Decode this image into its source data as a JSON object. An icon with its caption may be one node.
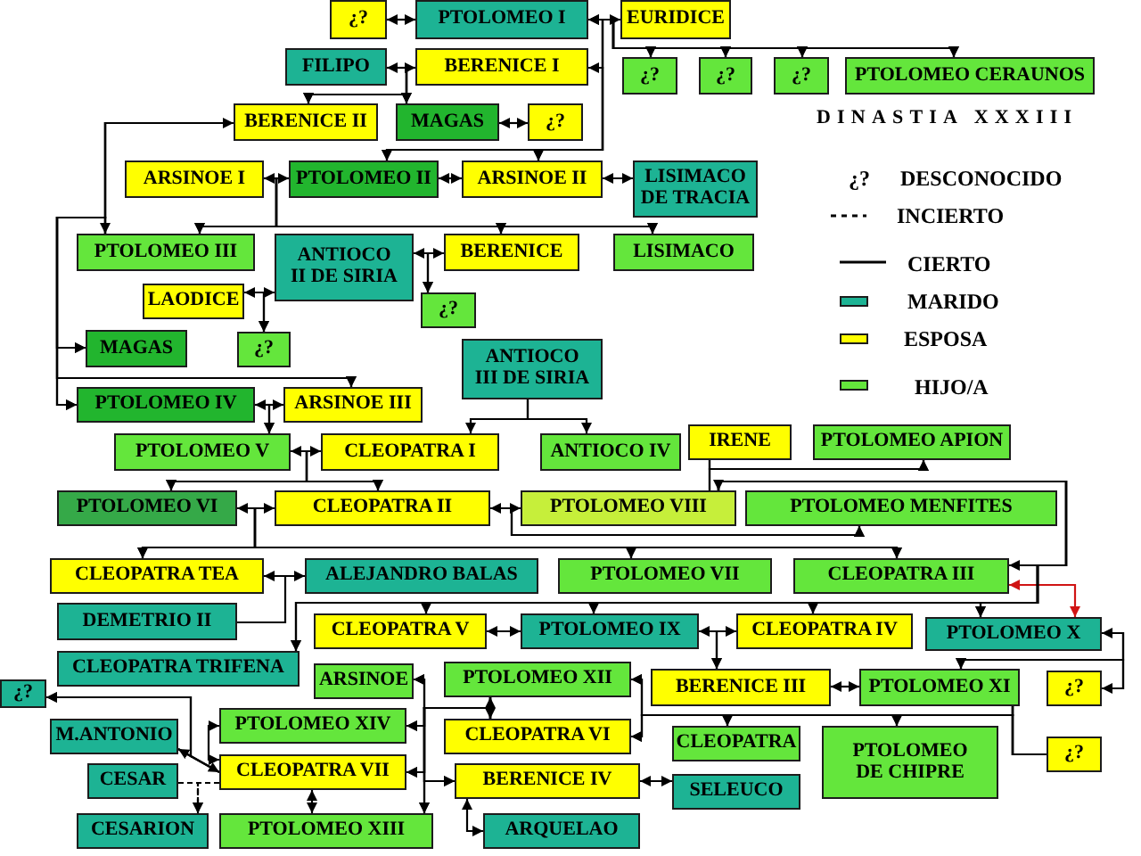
{
  "diagram": {
    "title": "DINASTIA XXXIII",
    "nodes": [
      {
        "text": [
          "¿?"
        ]
      },
      {
        "text": [
          "PTOLOMEO I"
        ]
      },
      {
        "text": [
          "EURIDICE"
        ]
      },
      {
        "text": [
          "FILIPO"
        ]
      },
      {
        "text": [
          "BERENICE I"
        ]
      },
      {
        "text": [
          "¿?"
        ]
      },
      {
        "text": [
          "¿?"
        ]
      },
      {
        "text": [
          "¿?"
        ]
      },
      {
        "text": [
          "PTOLOMEO CERAUNOS"
        ]
      },
      {
        "text": [
          "BERENICE II"
        ]
      },
      {
        "text": [
          "MAGAS"
        ]
      },
      {
        "text": [
          "¿?"
        ]
      },
      {
        "text": [
          "ARSINOE I"
        ]
      },
      {
        "text": [
          "PTOLOMEO II"
        ]
      },
      {
        "text": [
          "ARSINOE II"
        ]
      },
      {
        "text": [
          "LISIMACO DE TRACIA"
        ]
      },
      {
        "text": [
          "PTOLOMEO III"
        ]
      },
      {
        "text": [
          "ANTIOCO II DE SIRIA"
        ]
      },
      {
        "text": [
          "BERENICE"
        ]
      },
      {
        "text": [
          "LISIMACO"
        ]
      },
      {
        "text": [
          "LAODICE"
        ]
      },
      {
        "text": [
          "¿?"
        ]
      },
      {
        "text": [
          "MAGAS"
        ]
      },
      {
        "text": [
          "¿?"
        ]
      },
      {
        "text": [
          "ANTIOCO III DE SIRIA"
        ]
      },
      {
        "text": [
          "PTOLOMEO IV"
        ]
      },
      {
        "text": [
          "ARSINOE III"
        ]
      },
      {
        "text": [
          "PTOLOMEO V"
        ]
      },
      {
        "text": [
          "CLEOPATRA I"
        ]
      },
      {
        "text": [
          "ANTIOCO IV"
        ]
      },
      {
        "text": [
          "IRENE"
        ]
      },
      {
        "text": [
          "PTOLOMEO APION"
        ]
      },
      {
        "text": [
          "PTOLOMEO VI"
        ]
      },
      {
        "text": [
          "CLEOPATRA II"
        ]
      },
      {
        "text": [
          "PTOLOMEO VIII"
        ]
      },
      {
        "text": [
          "PTOLOMEO MENFITES"
        ]
      },
      {
        "text": [
          "CLEOPATRA TEA"
        ]
      },
      {
        "text": [
          "ALEJANDRO BALAS"
        ]
      },
      {
        "text": [
          "PTOLOMEO VII"
        ]
      },
      {
        "text": [
          "CLEOPATRA III"
        ]
      },
      {
        "text": [
          "DEMETRIO II"
        ]
      },
      {
        "text": [
          "CLEOPATRA V"
        ]
      },
      {
        "text": [
          "PTOLOMEO IX"
        ]
      },
      {
        "text": [
          "CLEOPATRA IV"
        ]
      },
      {
        "text": [
          "PTOLOMEO X"
        ]
      },
      {
        "text": [
          "CLEOPATRA TRIFENA"
        ]
      },
      {
        "text": [
          "ARSINOE"
        ]
      },
      {
        "text": [
          "PTOLOMEO XII"
        ]
      },
      {
        "text": [
          "BERENICE III"
        ]
      },
      {
        "text": [
          "PTOLOMEO XI"
        ]
      },
      {
        "text": [
          "¿?"
        ]
      },
      {
        "text": [
          "¿?"
        ]
      },
      {
        "text": [
          "M.ANTONIO"
        ]
      },
      {
        "text": [
          "PTOLOMEO XIV"
        ]
      },
      {
        "text": [
          "CLEOPATRA VI"
        ]
      },
      {
        "text": [
          "CLEOPATRA"
        ]
      },
      {
        "text": [
          "PTOLOMEO DE CHIPRE"
        ]
      },
      {
        "text": [
          "¿?"
        ]
      },
      {
        "text": [
          "CESAR"
        ]
      },
      {
        "text": [
          "CLEOPATRA VII"
        ]
      },
      {
        "text": [
          "BERENICE IV"
        ]
      },
      {
        "text": [
          "SELEUCO"
        ]
      },
      {
        "text": [
          "CESARION"
        ]
      },
      {
        "text": [
          "PTOLOMEO XIII"
        ]
      },
      {
        "text": [
          "ARQUELAO"
        ]
      }
    ],
    "edges": [
      {
        "from": 0,
        "to": 1,
        "arrow": "both"
      },
      {
        "from": 1,
        "to": 2,
        "arrow": "both"
      },
      {
        "from": 1,
        "to": 4,
        "arrow": "both"
      },
      {
        "from": 3,
        "to": 4,
        "arrow": "both"
      },
      {
        "from": 1,
        "to": 5,
        "arrow": "to"
      },
      {
        "from": 2,
        "to": 5,
        "arrow": "to"
      },
      {
        "from": 1,
        "to": 6,
        "arrow": "to"
      },
      {
        "from": 2,
        "to": 6,
        "arrow": "to"
      },
      {
        "from": 1,
        "to": 7,
        "arrow": "to"
      },
      {
        "from": 2,
        "to": 7,
        "arrow": "to"
      },
      {
        "from": 1,
        "to": 8,
        "arrow": "to"
      },
      {
        "from": 2,
        "to": 8,
        "arrow": "to"
      },
      {
        "from": 1,
        "to": 13,
        "arrow": "to"
      },
      {
        "from": 4,
        "to": 13,
        "arrow": "to"
      },
      {
        "from": 1,
        "to": 14,
        "arrow": "to"
      },
      {
        "from": 4,
        "to": 14,
        "arrow": "to"
      },
      {
        "from": 3,
        "to": 9,
        "arrow": "to"
      },
      {
        "from": 4,
        "to": 9,
        "arrow": "to"
      },
      {
        "from": 3,
        "to": 10,
        "arrow": "to"
      },
      {
        "from": 4,
        "to": 10,
        "arrow": "to"
      },
      {
        "from": 10,
        "to": 11,
        "arrow": "both"
      },
      {
        "from": 9,
        "to": 16,
        "arrow": "both"
      },
      {
        "from": 12,
        "to": 13,
        "arrow": "both"
      },
      {
        "from": 13,
        "to": 14,
        "arrow": "both"
      },
      {
        "from": 14,
        "to": 15,
        "arrow": "both"
      },
      {
        "from": 12,
        "to": 16,
        "arrow": "to"
      },
      {
        "from": 13,
        "to": 16,
        "arrow": "to"
      },
      {
        "from": 12,
        "to": 18,
        "arrow": "to"
      },
      {
        "from": 13,
        "to": 18,
        "arrow": "to"
      },
      {
        "from": 12,
        "to": 19,
        "arrow": "to"
      },
      {
        "from": 13,
        "to": 19,
        "arrow": "to"
      },
      {
        "from": 9,
        "to": 22,
        "arrow": "to"
      },
      {
        "from": 16,
        "to": 22,
        "arrow": "to"
      },
      {
        "from": 9,
        "to": 25,
        "arrow": "to"
      },
      {
        "from": 16,
        "to": 25,
        "arrow": "to"
      },
      {
        "from": 9,
        "to": 26,
        "arrow": "to"
      },
      {
        "from": 16,
        "to": 26,
        "arrow": "to"
      },
      {
        "from": 17,
        "to": 18,
        "arrow": "both"
      },
      {
        "from": 17,
        "to": 21,
        "arrow": "to"
      },
      {
        "from": 18,
        "to": 21,
        "arrow": "to"
      },
      {
        "from": 20,
        "to": 17,
        "arrow": "both"
      },
      {
        "from": 20,
        "to": 23,
        "arrow": "to"
      },
      {
        "from": 17,
        "to": 23,
        "arrow": "to"
      },
      {
        "from": 25,
        "to": 26,
        "arrow": "both"
      },
      {
        "from": 25,
        "to": 27,
        "arrow": "to"
      },
      {
        "from": 26,
        "to": 27,
        "arrow": "to"
      },
      {
        "from": 24,
        "to": 28,
        "arrow": "to"
      },
      {
        "from": 24,
        "to": 29,
        "arrow": "to"
      },
      {
        "from": 27,
        "to": 28,
        "arrow": "both"
      },
      {
        "from": 27,
        "to": 32,
        "arrow": "to"
      },
      {
        "from": 28,
        "to": 32,
        "arrow": "to"
      },
      {
        "from": 27,
        "to": 33,
        "arrow": "to"
      },
      {
        "from": 28,
        "to": 33,
        "arrow": "to"
      },
      {
        "from": 32,
        "to": 33,
        "arrow": "both"
      },
      {
        "from": 33,
        "to": 34,
        "arrow": "both"
      },
      {
        "from": 32,
        "to": 36,
        "arrow": "to"
      },
      {
        "from": 33,
        "to": 36,
        "arrow": "to"
      },
      {
        "from": 32,
        "to": 38,
        "arrow": "to"
      },
      {
        "from": 33,
        "to": 38,
        "arrow": "to"
      },
      {
        "from": 32,
        "to": 39,
        "arrow": "to"
      },
      {
        "from": 33,
        "to": 39,
        "arrow": "to"
      },
      {
        "from": 33,
        "to": 35,
        "arrow": "to"
      },
      {
        "from": 34,
        "to": 35,
        "arrow": "to"
      },
      {
        "from": 30,
        "to": 34,
        "arrow": "none"
      },
      {
        "from": 30,
        "to": 31,
        "arrow": "to"
      },
      {
        "from": 34,
        "to": 31,
        "arrow": "to"
      },
      {
        "from": 34,
        "to": 39,
        "arrow": "both"
      },
      {
        "from": 44,
        "to": 39,
        "arrow": "both",
        "color": "#d01414"
      },
      {
        "from": 36,
        "to": 37,
        "arrow": "both"
      },
      {
        "from": 40,
        "to": 36,
        "arrow": "none"
      },
      {
        "from": 34,
        "to": 45,
        "arrow": "to"
      },
      {
        "from": 39,
        "to": 45,
        "arrow": "to"
      },
      {
        "from": 34,
        "to": 41,
        "arrow": "to"
      },
      {
        "from": 39,
        "to": 41,
        "arrow": "to"
      },
      {
        "from": 34,
        "to": 42,
        "arrow": "to"
      },
      {
        "from": 39,
        "to": 42,
        "arrow": "to"
      },
      {
        "from": 34,
        "to": 43,
        "arrow": "to"
      },
      {
        "from": 39,
        "to": 43,
        "arrow": "to"
      },
      {
        "from": 34,
        "to": 44,
        "arrow": "to"
      },
      {
        "from": 39,
        "to": 44,
        "arrow": "to"
      },
      {
        "from": 41,
        "to": 42,
        "arrow": "both"
      },
      {
        "from": 42,
        "to": 43,
        "arrow": "both"
      },
      {
        "from": 42,
        "to": 48,
        "arrow": "to"
      },
      {
        "from": 43,
        "to": 48,
        "arrow": "to"
      },
      {
        "from": 44,
        "to": 50,
        "arrow": "both"
      },
      {
        "from": 44,
        "to": 49,
        "arrow": "to"
      },
      {
        "from": 50,
        "to": 49,
        "arrow": "to"
      },
      {
        "from": 48,
        "to": 49,
        "arrow": "both"
      },
      {
        "from": 49,
        "to": 57,
        "arrow": "none"
      },
      {
        "from": 49,
        "to": 47,
        "arrow": "to"
      },
      {
        "from": 57,
        "to": 47,
        "arrow": "to"
      },
      {
        "from": 49,
        "to": 54,
        "arrow": "to"
      },
      {
        "from": 57,
        "to": 54,
        "arrow": "to"
      },
      {
        "from": 49,
        "to": 55,
        "arrow": "to"
      },
      {
        "from": 57,
        "to": 55,
        "arrow": "to"
      },
      {
        "from": 49,
        "to": 56,
        "arrow": "to"
      },
      {
        "from": 57,
        "to": 56,
        "arrow": "to"
      },
      {
        "from": 47,
        "to": 54,
        "arrow": "both"
      },
      {
        "from": 47,
        "to": 46,
        "arrow": "to"
      },
      {
        "from": 54,
        "to": 46,
        "arrow": "to"
      },
      {
        "from": 47,
        "to": 53,
        "arrow": "to"
      },
      {
        "from": 54,
        "to": 53,
        "arrow": "to"
      },
      {
        "from": 47,
        "to": 59,
        "arrow": "to"
      },
      {
        "from": 54,
        "to": 59,
        "arrow": "to"
      },
      {
        "from": 47,
        "to": 63,
        "arrow": "to"
      },
      {
        "from": 54,
        "to": 63,
        "arrow": "to"
      },
      {
        "from": 47,
        "to": 60,
        "arrow": "to"
      },
      {
        "from": 54,
        "to": 60,
        "arrow": "to"
      },
      {
        "from": 60,
        "to": 61,
        "arrow": "both"
      },
      {
        "from": 60,
        "to": 64,
        "arrow": "both"
      },
      {
        "from": 53,
        "to": 59,
        "arrow": "both"
      },
      {
        "from": 59,
        "to": 63,
        "arrow": "both"
      },
      {
        "from": 52,
        "to": 59,
        "arrow": "both"
      },
      {
        "from": 52,
        "to": 51,
        "arrow": "to"
      },
      {
        "from": 59,
        "to": 51,
        "arrow": "to"
      },
      {
        "from": 58,
        "to": 59,
        "arrow": "none",
        "style": "dashed"
      },
      {
        "from": 58,
        "to": 62,
        "arrow": "to",
        "style": "dashed"
      },
      {
        "from": 59,
        "to": 62,
        "arrow": "to",
        "style": "dashed"
      }
    ],
    "labels": [
      "¿?"
    ],
    "legend": [
      {
        "text": "DESCONOCIDO"
      },
      {
        "text": "INCIERTO"
      },
      {
        "text": "CIERTO"
      },
      {
        "text": "MARIDO",
        "color": "#1db394"
      },
      {
        "text": "ESPOSA",
        "color": "#ffff00"
      },
      {
        "text": "HIJO/A",
        "color": "#64e63c"
      }
    ]
  }
}
